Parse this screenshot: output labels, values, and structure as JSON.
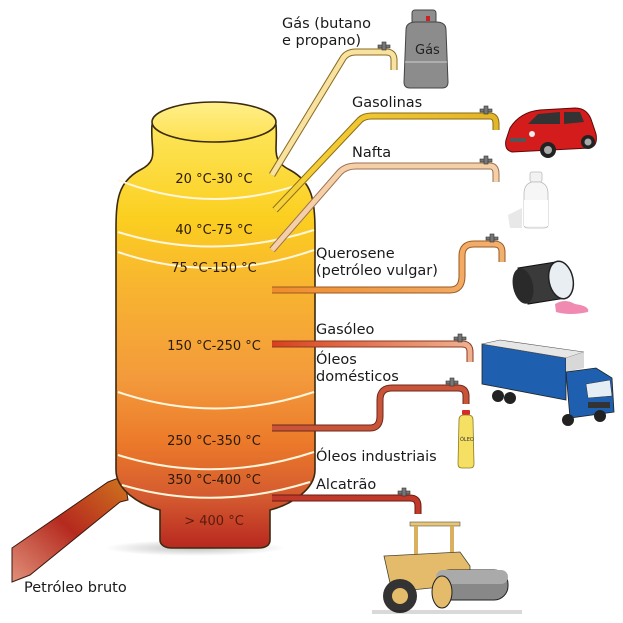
{
  "diagram": {
    "title": "Destilação fracionada do petróleo",
    "feed_label": "Petróleo bruto",
    "column": {
      "fractions": [
        {
          "range": "20 °C-30 °C",
          "product": "Gás (butano\ne propano)",
          "product_icon": "gas-cylinder-icon",
          "pipe_color": "#f3d67a"
        },
        {
          "range": "40 °C-75 °C",
          "product": "Gasolinas",
          "product_icon": "car-icon",
          "pipe_color": "#e9b722"
        },
        {
          "range": "75 °C-150 °C",
          "product": "Nafta",
          "product_icon": "bottle-icon",
          "pipe_color": "#f0c59a"
        },
        {
          "range": "",
          "product": "Querosene\n(petróleo vulgar)",
          "product_icon": "paint-can-icon",
          "pipe_color": "#e99a48"
        },
        {
          "range": "150 °C-250 °C",
          "product": "Gasóleo",
          "product_icon": "truck-icon",
          "pipe_color": "#e0603a"
        },
        {
          "range": "",
          "product": "Óleos\ndomésticos",
          "product_icon": "oil-bottle-icon",
          "pipe_color": "#c9543a"
        },
        {
          "range": "250 °C-350 °C",
          "product": "Óleos industriais",
          "product_icon": "",
          "pipe_color": ""
        },
        {
          "range": "350 °C-400 °C",
          "product": "Alcatrão",
          "product_icon": "road-roller-icon",
          "pipe_color": "#c0392b"
        },
        {
          "range": "> 400 °C",
          "product": "",
          "product_icon": "",
          "pipe_color": ""
        }
      ]
    },
    "icons": {
      "gas_cylinder_text": "Gás",
      "oil_bottle_text": "ÓLEO"
    },
    "colors": {
      "column_top": "#fde24a",
      "column_mid": "#f29a3a",
      "column_bottom": "#c8402a",
      "outline": "#3a2a10"
    }
  }
}
